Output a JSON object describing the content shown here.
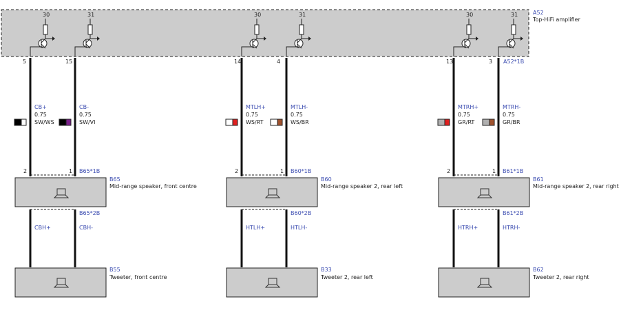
{
  "amplifier": {
    "id": "A52",
    "name": "Top-HiFi amplifier",
    "connector": "A52*1B",
    "supply_pins": [
      "30",
      "31"
    ]
  },
  "channels": [
    {
      "amp_pins": [
        "5",
        "15"
      ],
      "wires": [
        {
          "signal": "CB+",
          "gauge": "0.75",
          "color": "SW/WS",
          "swatch": [
            "#000000",
            "#ffffff"
          ]
        },
        {
          "signal": "CB-",
          "gauge": "0.75",
          "color": "SW/VI",
          "swatch": [
            "#000000",
            "#7a1f8a"
          ]
        }
      ],
      "speaker": {
        "id": "B65",
        "name": "Mid-range speaker, front centre",
        "conn1": "B65*1B",
        "conn2": "B65*2B",
        "pins": [
          "2",
          "1"
        ]
      },
      "tweeter_wires": [
        "CBH+",
        "CBH-"
      ],
      "tweeter": {
        "id": "B55",
        "name": "Tweeter, front centre"
      }
    },
    {
      "amp_pins": [
        "14",
        "4"
      ],
      "wires": [
        {
          "signal": "MTLH+",
          "gauge": "0.75",
          "color": "WS/RT",
          "swatch": [
            "#ffffff",
            "#e02020"
          ]
        },
        {
          "signal": "MTLH-",
          "gauge": "0.75",
          "color": "WS/BR",
          "swatch": [
            "#ffffff",
            "#a0522d"
          ]
        }
      ],
      "speaker": {
        "id": "B60",
        "name": "Mid-range speaker 2, rear left",
        "conn1": "B60*1B",
        "conn2": "B60*2B",
        "pins": [
          "2",
          "1"
        ]
      },
      "tweeter_wires": [
        "HTLH+",
        "HTLH-"
      ],
      "tweeter": {
        "id": "B33",
        "name": "Tweeter 2, rear left"
      }
    },
    {
      "amp_pins": [
        "13",
        "3"
      ],
      "wires": [
        {
          "signal": "MTRH+",
          "gauge": "0.75",
          "color": "GR/RT",
          "swatch": [
            "#b0b0b0",
            "#e02020"
          ]
        },
        {
          "signal": "MTRH-",
          "gauge": "0.75",
          "color": "GR/BR",
          "swatch": [
            "#b0b0b0",
            "#a0522d"
          ]
        }
      ],
      "speaker": {
        "id": "B61",
        "name": "Mid-range speaker 2, rear right",
        "conn1": "B61*1B",
        "conn2": "B61*2B",
        "pins": [
          "2",
          "1"
        ]
      },
      "tweeter_wires": [
        "HTRH+",
        "HTRH-"
      ],
      "tweeter": {
        "id": "B62",
        "name": "Tweeter 2, rear right"
      }
    }
  ]
}
